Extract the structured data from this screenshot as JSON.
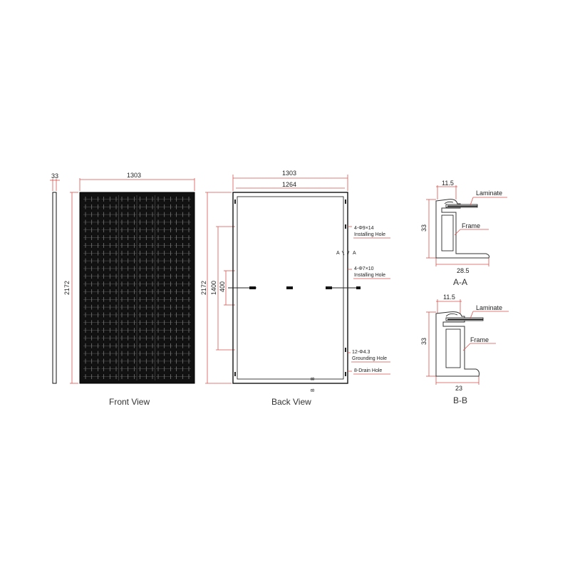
{
  "front_view": {
    "title": "Front View",
    "thickness": "33",
    "width": "1303",
    "height": "2172"
  },
  "back_view": {
    "title": "Back View",
    "outer_width": "1303",
    "inner_width": "1264",
    "height": "2172",
    "hole_spacing_outer": "1400",
    "hole_spacing_inner": "400",
    "installing_hole_1_spec": "4-Φ9×14",
    "installing_hole_1_label": "Installing Hole",
    "installing_hole_2_spec": "4-Φ7×10",
    "installing_hole_2_label": "Installing Hole",
    "grounding_hole_spec": "12-Φ4.3",
    "grounding_hole_label": "Grounding Hole",
    "drain_hole_label": "8-Drain Hole",
    "section_a_left": "A",
    "section_a_right": "A",
    "section_b_left": "B",
    "section_b_right": "B"
  },
  "section_aa": {
    "title": "A-A",
    "top_dim": "11.5",
    "height_dim": "33",
    "bottom_dim": "28.5",
    "laminate_label": "Laminate",
    "frame_label": "Frame"
  },
  "section_bb": {
    "title": "B-B",
    "top_dim": "11.5",
    "height_dim": "33",
    "bottom_dim": "23",
    "laminate_label": "Laminate",
    "frame_label": "Frame"
  }
}
